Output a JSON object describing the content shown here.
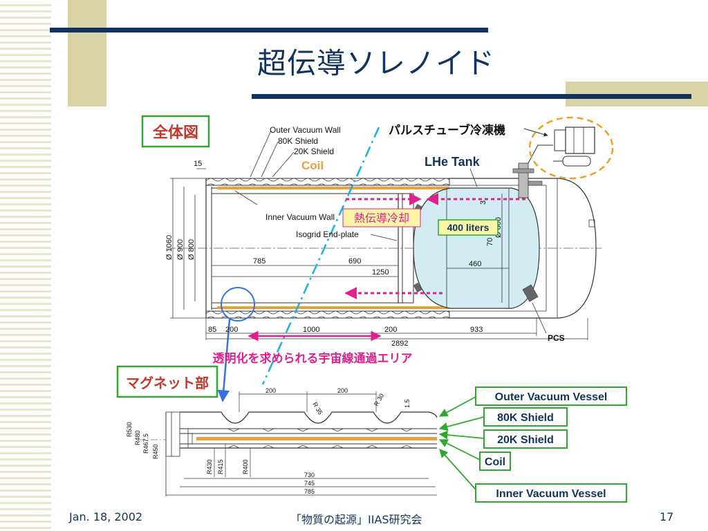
{
  "slide": {
    "title": "超伝導ソレノイド",
    "page_number": "17",
    "footer_date": "Jan. 18, 2002",
    "footer_event": "「物質の起源」IIAS研究会"
  },
  "colors": {
    "title_navy": "#13335f",
    "tan_accent": "#d8d2a4",
    "callout_green": "#2fa82f",
    "highlight_magenta": "#e0208c",
    "coil_orange": "#e8a040",
    "helium_blue": "#d2ecf2",
    "cyan_axis": "#17b3e0",
    "circle_blue": "#3a6fe0",
    "dashed_orange": "#f0a020",
    "label_yellow": "#fbf5a8"
  },
  "callouts": {
    "overall_view": "全体図",
    "magnet_part": "マグネット部",
    "pulse_tube": "パルスチューブ冷凍機",
    "lhe_tank": "LHe Tank",
    "coil": "Coil",
    "thermal_conduction": "熱伝導冷却",
    "liters": "400 liters",
    "transparency": "透明化を求められる宇宙線通過エリア"
  },
  "top_drawing": {
    "labels": {
      "outer_vacuum_wall": "Outer Vacuum Wall",
      "shield_80k": "80K Shield",
      "shield_20k": "20K Shield",
      "inner_vacuum_wall": "Inner Vacuum Wall",
      "isogrid": "Isogrid End-plate",
      "pcs": "PCS"
    },
    "dimensions": {
      "d15": "15",
      "d3": "3",
      "d785": "785",
      "d690": "690",
      "d1250": "1250",
      "d460": "460",
      "d85": "85",
      "d200a": "200",
      "d1000": "1000",
      "d200b": "200",
      "d933": "933",
      "d2892": "2892",
      "dia1060": "Ø 1060",
      "dia900": "Ø 900",
      "dia800": "Ø 800",
      "d70": "70",
      "dia600": "Ø 600"
    }
  },
  "bottom_drawing": {
    "labels": {
      "outer_vacuum_vessel": "Outer Vacuum Vessel",
      "shield_80k": "80K  Shield",
      "shield_20k": "20K  Shield",
      "coil": "Coil",
      "inner_vacuum_vessel": "Inner Vacuum Vessel"
    },
    "dimensions": {
      "d200a": "200",
      "d200b": "200",
      "r35": "R 35",
      "r30": "R 30",
      "d15": "1.5",
      "r530": "R530",
      "r480": "R480",
      "r4675": "R467.5",
      "r450": "R450",
      "r430": "R430",
      "r415": "R415",
      "r400": "R400",
      "d730": "730",
      "d745": "745",
      "d785": "785"
    }
  }
}
